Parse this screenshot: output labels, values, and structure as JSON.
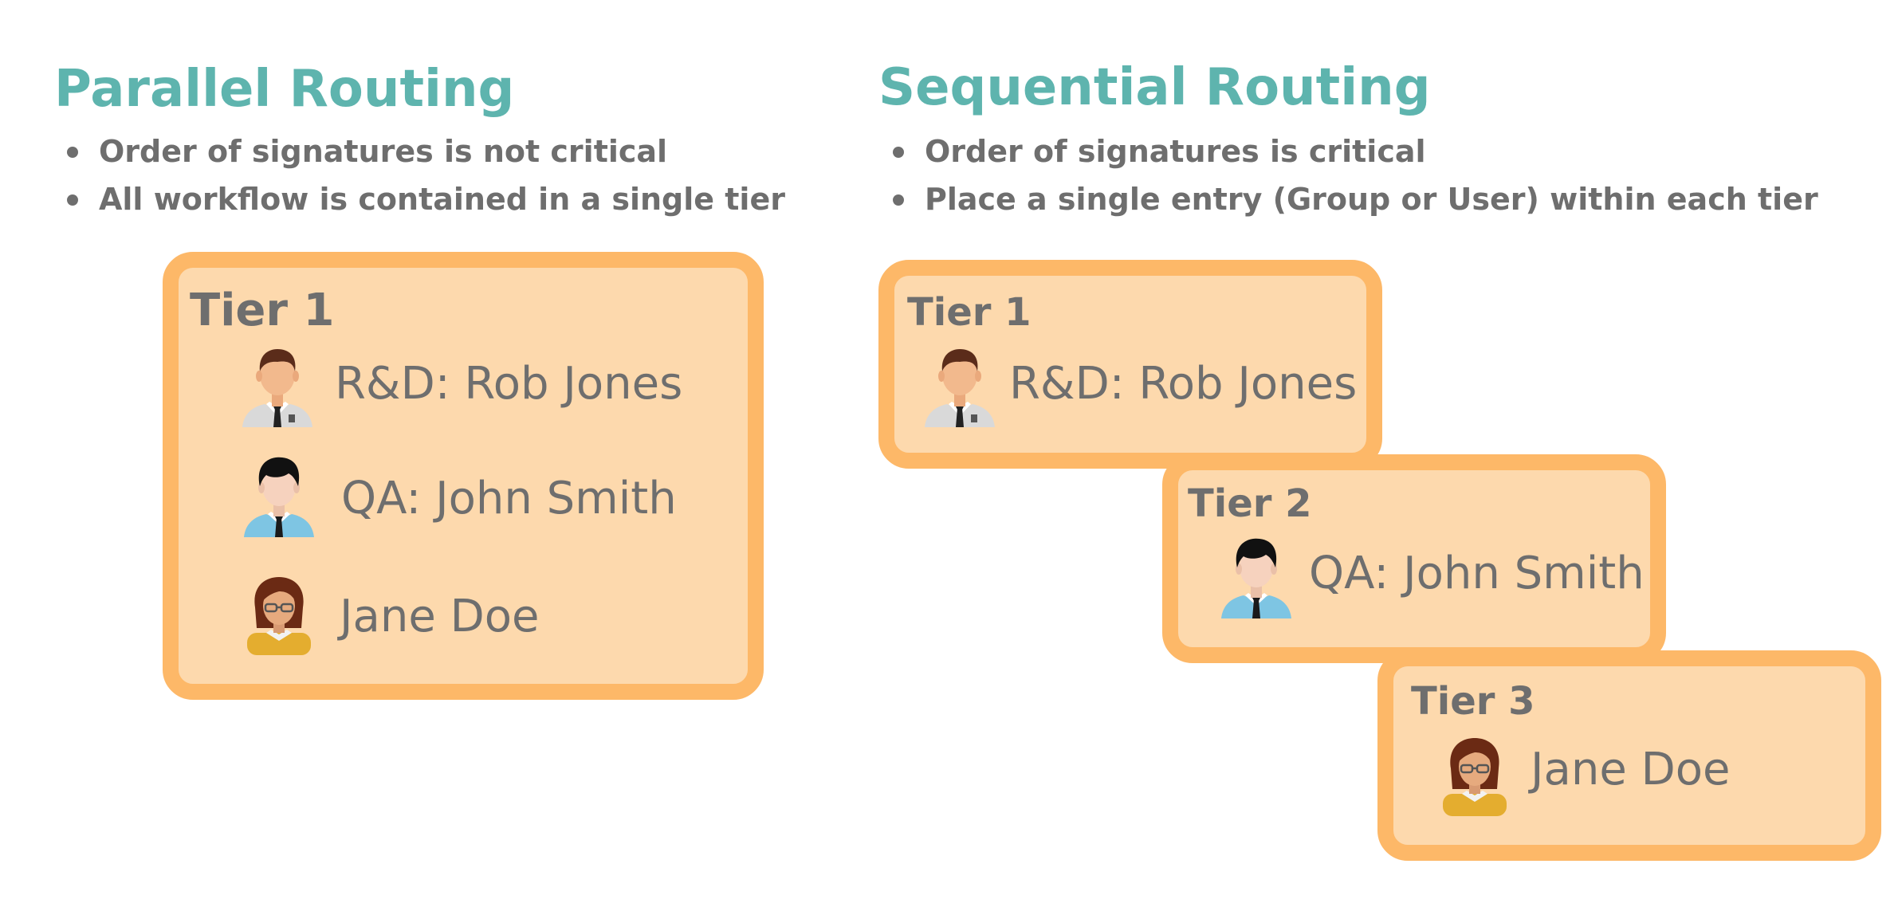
{
  "colors": {
    "heading": "#5eb4ae",
    "text": "#6e6e6e",
    "tier_border": "#fdb868",
    "tier_fill": "#fdd9ad"
  },
  "parallel": {
    "heading": "Parallel Routing",
    "bullets": [
      "Order of signatures is not critical",
      "All workflow is contained in a single tier"
    ],
    "tier": {
      "label": "Tier 1",
      "entries": [
        {
          "avatar": "man-white-shirt-icon",
          "text": "R&D: Rob Jones"
        },
        {
          "avatar": "man-blue-shirt-icon",
          "text": "QA: John Smith"
        },
        {
          "avatar": "woman-glasses-icon",
          "text": "Jane Doe"
        }
      ]
    }
  },
  "sequential": {
    "heading": "Sequential Routing",
    "bullets": [
      "Order of signatures is critical",
      "Place a single entry (Group or User) within each tier"
    ],
    "tiers": [
      {
        "label": "Tier 1",
        "avatar": "man-white-shirt-icon",
        "text": "R&D: Rob Jones"
      },
      {
        "label": "Tier 2",
        "avatar": "man-blue-shirt-icon",
        "text": "QA: John Smith"
      },
      {
        "label": "Tier 3",
        "avatar": "woman-glasses-icon",
        "text": "Jane Doe"
      }
    ]
  }
}
